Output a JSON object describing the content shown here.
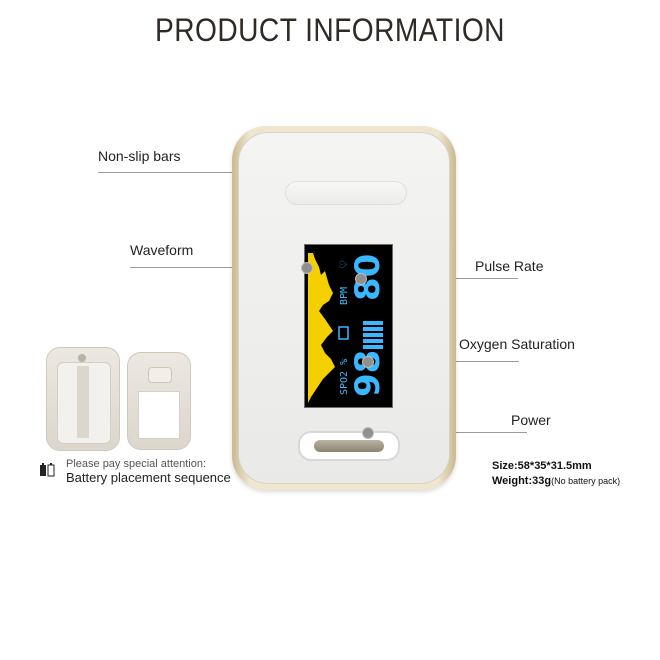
{
  "title": "PRODUCT INFORMATION",
  "callouts": {
    "non_slip": "Non-slip bars",
    "waveform": "Waveform",
    "pulse_rate": "Pulse Rate",
    "oxygen": "Oxygen Saturation",
    "power": "Power"
  },
  "screen": {
    "spo2_label": "SPO2 %",
    "bpm_label": "BPM",
    "spo2_value": "98",
    "pulse_value": "80"
  },
  "notes": {
    "attention": "Please pay special attention:",
    "battery": "Battery placement sequence"
  },
  "specs": {
    "size": "Size:58*35*31.5mm",
    "weight": "Weight:33g",
    "weight_note": "(No battery pack)"
  },
  "colors": {
    "display_blue": "#3ab8ff",
    "display_yellow": "#f5d000",
    "bezel_gold": "#c9b98e"
  },
  "icons": [
    "battery-icon",
    "heart-icon",
    "battery-level-icon"
  ]
}
